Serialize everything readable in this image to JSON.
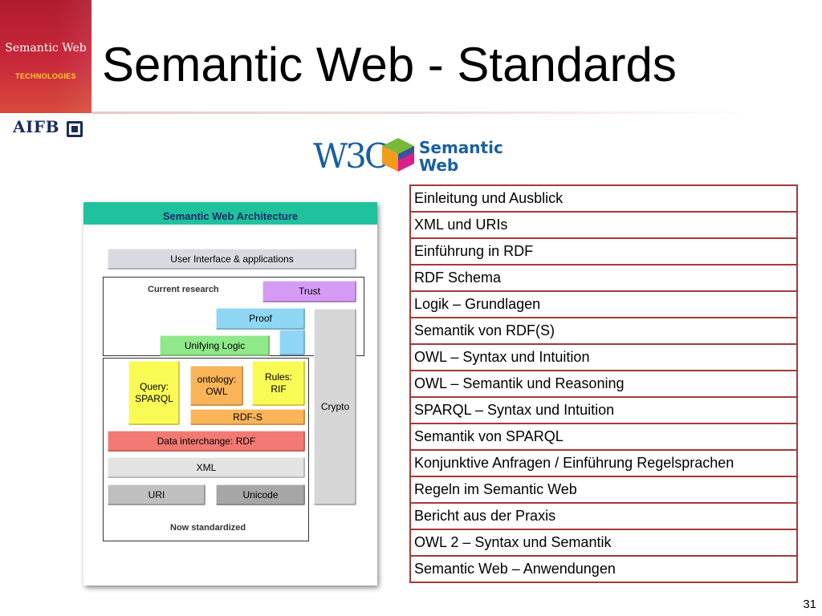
{
  "brand": {
    "title": "Semantic Web",
    "subtitle": "TECHNOLOGIES",
    "institute": "AIFB"
  },
  "slide": {
    "title": "Semantic Web - Standards",
    "page_number": "31"
  },
  "logo": {
    "w3c": "W3C",
    "line1": "Semantic",
    "line2": "Web"
  },
  "diagram": {
    "header": "Semantic Web Architecture",
    "current_research_label": "Current research",
    "now_standardized_label": "Now standardized",
    "blocks": {
      "ui": "User Interface & applications",
      "trust": "Trust",
      "proof": "Proof",
      "unifying_logic": "Unifying Logic",
      "query": "Query: SPARQL",
      "ontology": "ontology: OWL",
      "rules": "Rules: RIF",
      "rdfs": "RDF-S",
      "data_interchange": "Data interchange: RDF",
      "xml": "XML",
      "uri": "URI",
      "unicode": "Unicode",
      "crypto": "Crypto"
    }
  },
  "topics": [
    "Einleitung und Ausblick",
    "XML und URIs",
    "Einführung in RDF",
    "RDF Schema",
    "Logik – Grundlagen",
    "Semantik von RDF(S)",
    "OWL – Syntax und Intuition",
    "OWL – Semantik und Reasoning",
    "SPARQL – Syntax und Intuition",
    "Semantik von SPARQL",
    "Konjunktive Anfragen / Einführung Regelsprachen",
    "Regeln im Semantic Web",
    "Bericht aus der Praxis",
    "OWL 2 – Syntax und Semantik",
    "Semantic Web – Anwendungen"
  ]
}
